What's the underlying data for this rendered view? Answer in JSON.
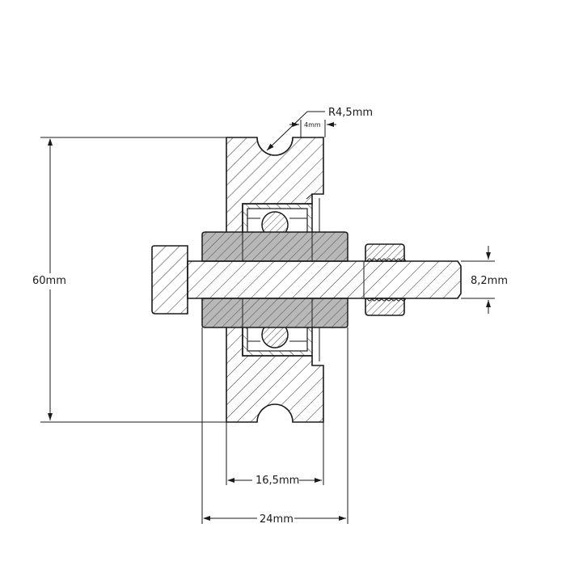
{
  "dimensions": {
    "groove_radius": "R4,5mm",
    "groove_width": "4mm",
    "outer_diameter": "60mm",
    "axle_diameter": "8,2mm",
    "wheel_width": "16,5mm",
    "total_width": "24mm"
  },
  "colors": {
    "line": "#1a1a1a",
    "spacer_fill": "#b8b8b8",
    "background": "#ffffff"
  }
}
